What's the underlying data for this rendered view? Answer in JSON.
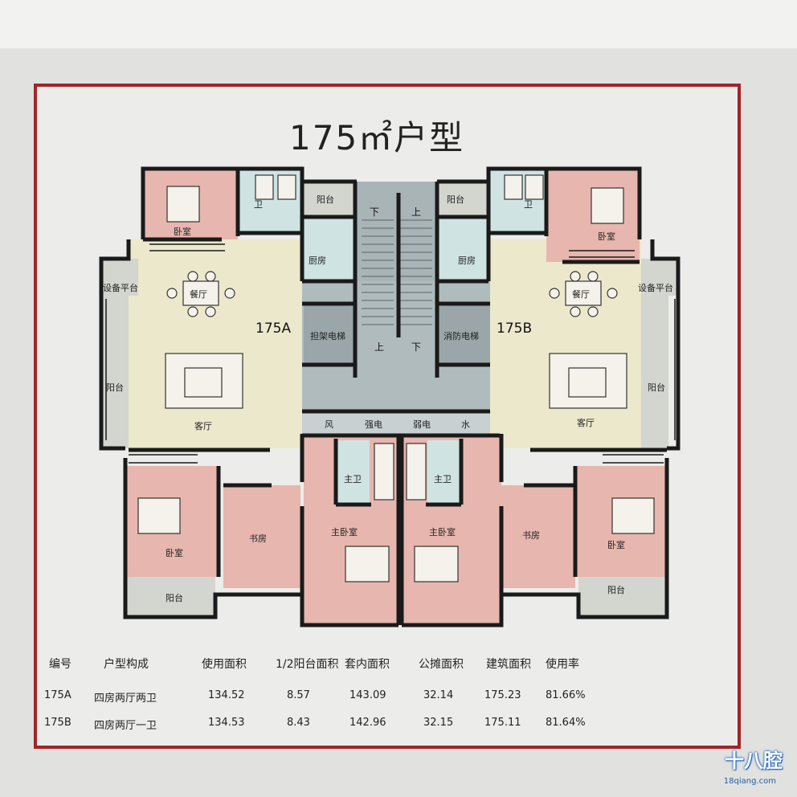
{
  "title": "175㎡户型",
  "units": {
    "a": "175A",
    "b": "175B"
  },
  "rooms": {
    "bedroom": "卧室",
    "bath": "卫",
    "balcony": "阳台",
    "kitchen": "厨房",
    "dining": "餐厅",
    "living": "客厅",
    "equipment": "设备平台",
    "study": "书房",
    "master_bedroom": "主卧室",
    "master_bath": "主卫",
    "elevator_a": "担架电梯",
    "elevator_b": "消防电梯",
    "wind": "风",
    "strong_elec": "强电",
    "weak_elec": "弱电",
    "water": "水",
    "down": "下",
    "up": "上"
  },
  "table": {
    "headers": [
      "编号",
      "户型构成",
      "使用面积",
      "1/2阳台面积",
      "套内面积",
      "公摊面积",
      "建筑面积",
      "使用率"
    ],
    "rows": [
      [
        "175A",
        "四房两厅两卫",
        "134.52",
        "8.57",
        "143.09",
        "32.14",
        "175.23",
        "81.66%"
      ],
      [
        "175B",
        "四房两厅一卫",
        "134.53",
        "8.43",
        "142.96",
        "32.15",
        "175.11",
        "81.64%"
      ]
    ]
  },
  "watermark": {
    "logo": "十八腔",
    "site": "18qiang.com"
  },
  "colors": {
    "frame": "#a0242a",
    "bedroom": "#e7b6ae",
    "living": "#ece8cc",
    "bath": "#cfe3e3",
    "core": "#a9b4b7",
    "balcony": "#d3d5cf",
    "wall": "#1a1a1a"
  }
}
